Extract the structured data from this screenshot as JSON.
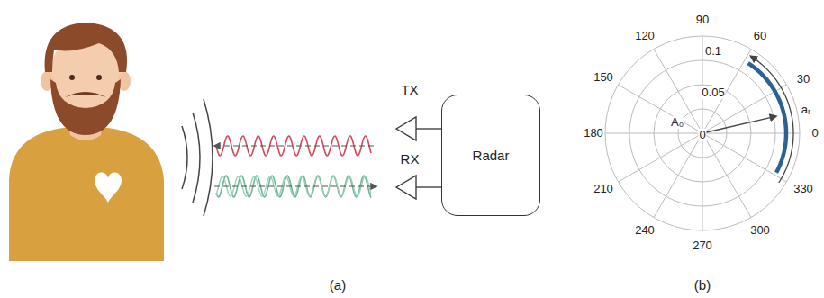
{
  "diagram": {
    "nodes": [
      {
        "text": [
          "Radar"
        ]
      }
    ],
    "labels": [
      "TX",
      "RX",
      "90",
      "120",
      "60",
      "0.1",
      "150",
      "30",
      "0.05",
      "A₀",
      "180",
      "0",
      "0",
      "aᵣ",
      "210",
      "330",
      "240",
      "300",
      "270",
      "(a)",
      "(b)"
    ]
  }
}
